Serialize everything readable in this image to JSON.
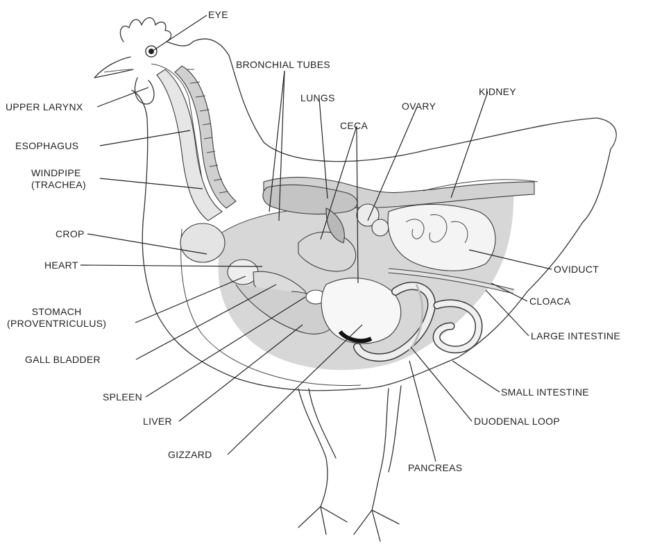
{
  "labels": {
    "eye": "EYE",
    "bronchial_tubes": "BRONCHIAL TUBES",
    "upper_larynx": "UPPER LARYNX",
    "lungs": "LUNGS",
    "ovary": "OVARY",
    "kidney": "KIDNEY",
    "ceca": "CECA",
    "esophagus": "ESOPHAGUS",
    "windpipe_line1": "WINDPIPE",
    "windpipe_line2": "(TRACHEA)",
    "crop": "CROP",
    "heart": "HEART",
    "oviduct": "OVIDUCT",
    "stomach_line1": "STOMACH",
    "stomach_line2": "(PROVENTRICULUS)",
    "cloaca": "CLOACA",
    "large_intestine": "LARGE INTESTINE",
    "gall_bladder": "GALL BLADDER",
    "spleen": "SPLEEN",
    "small_intestine": "SMALL INTESTINE",
    "duodenal_loop": "DUODENAL LOOP",
    "liver": "LIVER",
    "gizzard": "GIZZARD",
    "pancreas": "PANCREAS"
  }
}
